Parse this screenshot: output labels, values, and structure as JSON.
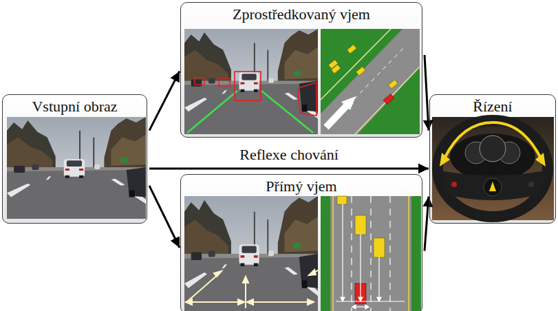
{
  "diagram": {
    "nodes": [
      {
        "text": [
          "Vstupní obraz"
        ]
      },
      {
        "text": [
          "Zprostředkovaný vjem"
        ]
      },
      {
        "text": [
          "Přímý vjem"
        ]
      },
      {
        "text": [
          "Řízení"
        ]
      }
    ],
    "edges": [
      {
        "from": 0,
        "to": 1,
        "arrow": "to"
      },
      {
        "from": 0,
        "to": 3,
        "label": "Reflexe chování",
        "arrow": "to"
      },
      {
        "from": 0,
        "to": 2,
        "arrow": "to"
      },
      {
        "from": 1,
        "to": 3,
        "arrow": "to"
      },
      {
        "from": 2,
        "to": 3,
        "arrow": "to"
      }
    ]
  }
}
